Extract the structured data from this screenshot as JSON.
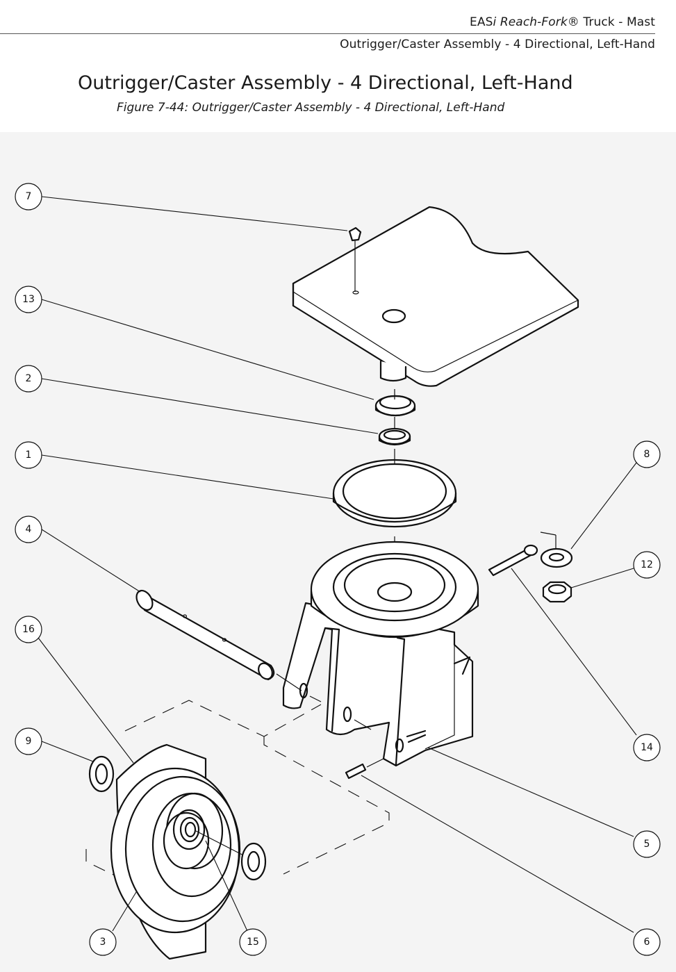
{
  "header": {
    "product_prefix": "EAS",
    "product_i": "i",
    "product_name": "Reach-Fork",
    "product_suffix": "® Truck - Mast",
    "section": "Outrigger/Caster Assembly - 4 Directional, Left-Hand"
  },
  "title": "Outrigger/Caster Assembly - 4 Directional, Left-Hand",
  "caption": "Figure 7-44: Outrigger/Caster Assembly - 4 Directional, Left-Hand",
  "callouts": {
    "c7": "7",
    "c13": "13",
    "c2": "2",
    "c1": "1",
    "c4": "4",
    "c16": "16",
    "c9": "9",
    "c3": "3",
    "c15": "15",
    "c8": "8",
    "c12": "12",
    "c14": "14",
    "c5": "5",
    "c6": "6"
  }
}
